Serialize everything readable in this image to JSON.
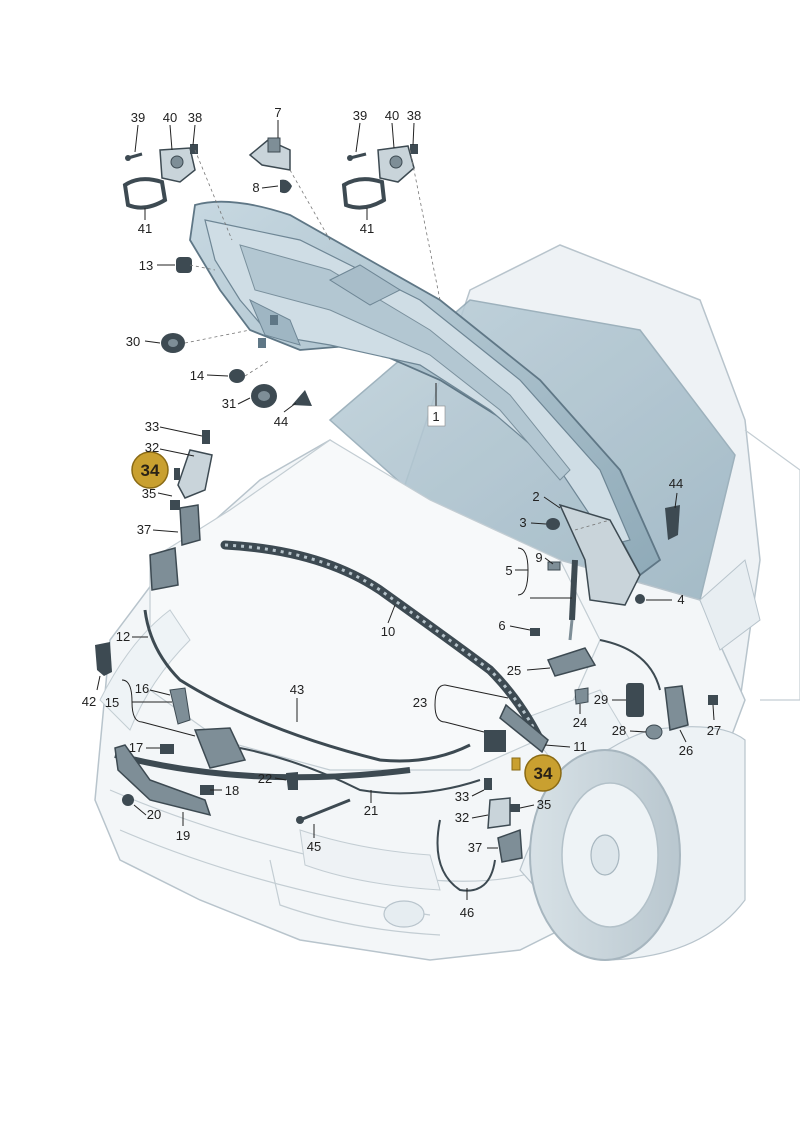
{
  "colors": {
    "car_outline": "#b8c4cc",
    "car_fill": "#f2f5f7",
    "glass": "#a9c0cc",
    "hood_top": "#b9cdd8",
    "hood_under": "#d6e2e9",
    "part_dark": "#3d4a52",
    "part_mid": "#7e8e97",
    "part_light": "#c9d4da",
    "leader": "#222222",
    "highlight": "#c9a030",
    "highlight_ring": "#8a6a14"
  },
  "labels": {
    "p39a": "39",
    "p40a": "40",
    "p38a": "38",
    "p41a": "41",
    "p7": "7",
    "p8": "8",
    "p39b": "39",
    "p40b": "40",
    "p38b": "38",
    "p41b": "41",
    "p13": "13",
    "p30": "30",
    "p14": "14",
    "p31": "31",
    "p44a": "44",
    "p1": "1",
    "p33a": "33",
    "p32a": "32",
    "p34a": "34",
    "p35a": "35",
    "p37a": "37",
    "p2": "2",
    "p3": "3",
    "p44b": "44",
    "p9": "9",
    "p5": "5",
    "p4": "4",
    "p6": "6",
    "p10": "10",
    "p12": "12",
    "p25": "25",
    "p42": "42",
    "p16": "16",
    "p15": "15",
    "p43": "43",
    "p23": "23",
    "p29": "29",
    "p24": "24",
    "p27": "27",
    "p28": "28",
    "p26": "26",
    "p11": "11",
    "p17": "17",
    "p34b": "34",
    "p22": "22",
    "p18": "18",
    "p33b": "33",
    "p35b": "35",
    "p20": "20",
    "p21": "21",
    "p32b": "32",
    "p19": "19",
    "p45": "45",
    "p37b": "37",
    "p46": "46"
  }
}
